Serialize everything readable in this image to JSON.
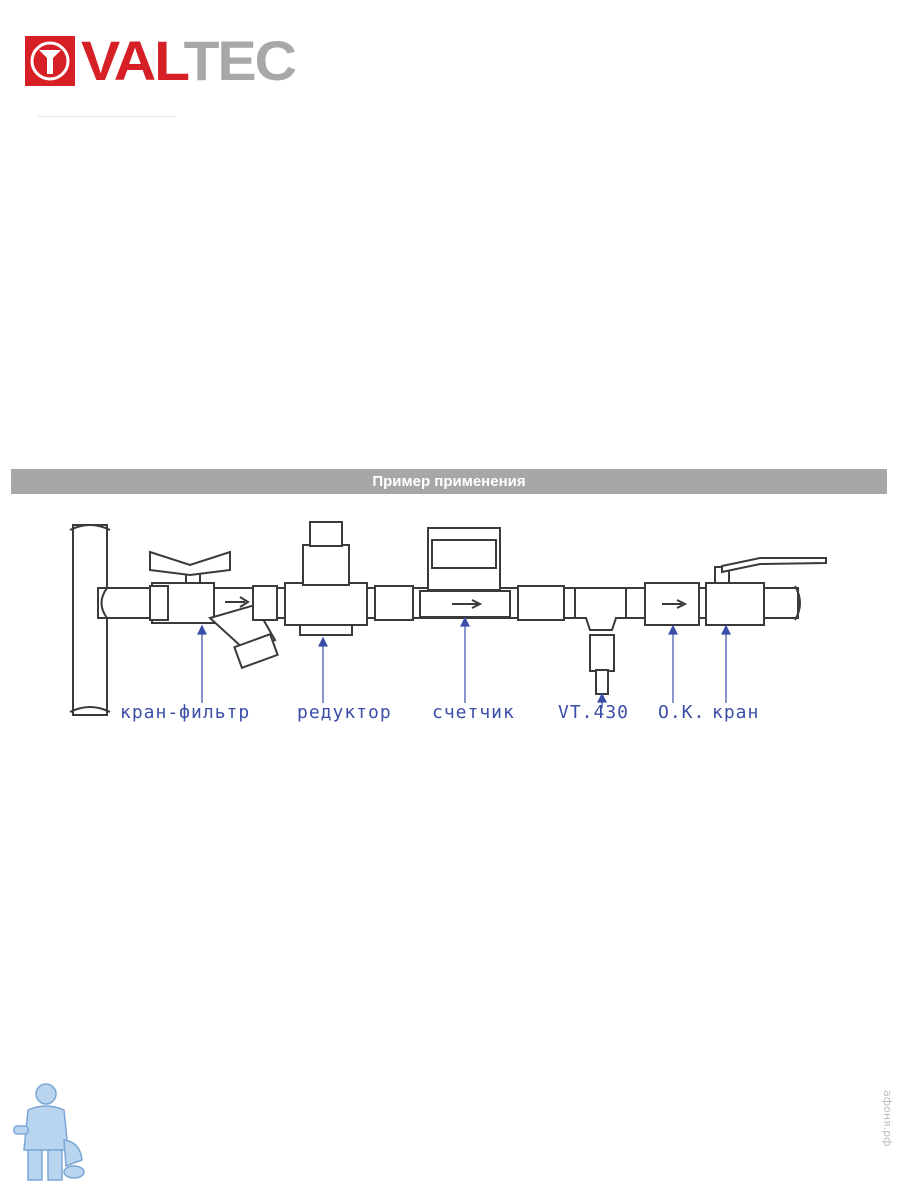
{
  "brand": {
    "name": "VALTEC",
    "name_part_red": "VAL",
    "name_part_grey": "TEC",
    "red": "#d71f26",
    "grey": "#a8a8a8"
  },
  "section": {
    "title": "Пример применения",
    "bar_color": "#a7a7a7"
  },
  "diagram": {
    "line_color": "#3a3a3a",
    "label_color": "#3a4ea8",
    "labels": {
      "filter_valve": "кран-фильтр",
      "reducer": "редуктор",
      "meter": "счетчик",
      "vt430": "VT.430",
      "check_valve": "О.К.",
      "ball_valve": "кран"
    }
  },
  "watermark": {
    "text": "афоня.рф"
  },
  "icons": {
    "logo": "valtec-logo-icon",
    "mascot": "plumber-mascot-icon"
  }
}
